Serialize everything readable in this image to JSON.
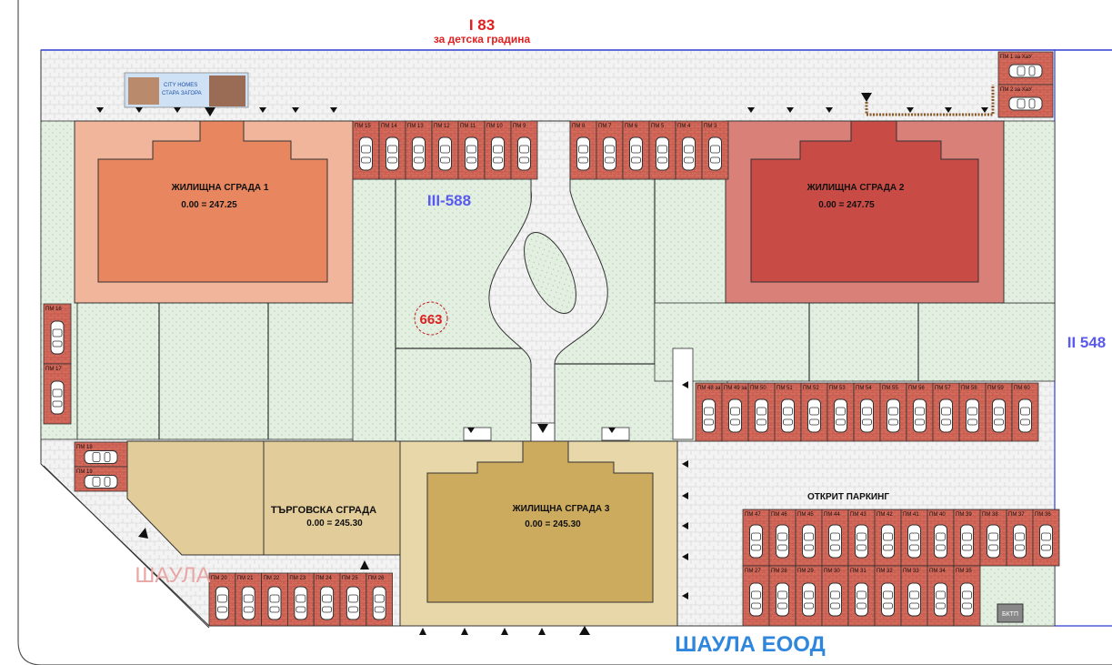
{
  "plot": {
    "id": "663",
    "north_label": "I 83",
    "north_sublabel": "за детска градина",
    "east_label": "II 548",
    "center_label": "III-588",
    "west_owner": "ШАУЛА",
    "company": "ШАУЛА ЕООД"
  },
  "logo": {
    "line1": "CITY HOMES",
    "line2": "СТАРА ЗАГОРА"
  },
  "buildings": {
    "b1": {
      "name": "ЖИЛИЩНА СГРАДА 1",
      "level": "0.00 = 247.25"
    },
    "b2": {
      "name": "ЖИЛИЩНА СГРАДА 2",
      "level": "0.00 = 247.75"
    },
    "b3": {
      "name": "ЖИЛИЩНА СГРАДА 3",
      "level": "0.00 = 245.30"
    },
    "shop": {
      "name": "ТЪРГОВСКА СГРАДА",
      "level": "0.00 = 245.30"
    }
  },
  "open_parking_label": "ОТКРИТ ПАРКИНГ",
  "substation_label": "БКТП",
  "parking": {
    "top_left": [
      "ПМ 15",
      "ПМ 14",
      "ПМ 13",
      "ПМ 12",
      "ПМ 11",
      "ПМ 10",
      "ПМ 9"
    ],
    "top_right": [
      "ПМ 8",
      "ПМ 7",
      "ПМ 6",
      "ПМ 5",
      "ПМ 4",
      "ПМ 3"
    ],
    "corner": [
      "ПМ 1 за ХаУ",
      "ПМ 2 за ХаУ"
    ],
    "west": [
      "ПМ 16",
      "ПМ 17"
    ],
    "west_low": [
      "ПМ 18",
      "ПМ 19"
    ],
    "bottom_left": [
      "ПМ 20",
      "ПМ 21",
      "ПМ 22",
      "ПМ 23",
      "ПМ 24",
      "ПМ 25",
      "ПМ 26"
    ],
    "east_row": [
      "ПМ 48 за",
      "ПМ 49 за",
      "ПМ 50",
      "ПМ 51",
      "ПМ 52",
      "ПМ 53",
      "ПМ 54",
      "ПМ 55",
      "ПМ 56",
      "ПМ 57",
      "ПМ 58",
      "ПМ 59",
      "ПМ 60"
    ],
    "open_top": [
      "ПМ 47",
      "ПМ 46",
      "ПМ 45",
      "ПМ 44",
      "ПМ 43",
      "ПМ 42",
      "ПМ 41",
      "ПМ 40",
      "ПМ 39",
      "ПМ 38",
      "ПМ 37",
      "ПМ 36"
    ],
    "open_bottom": [
      "ПМ 27",
      "ПМ 28",
      "ПМ 29",
      "ПМ 30",
      "ПМ 31",
      "ПМ 32",
      "ПМ 33",
      "ПМ 34",
      "ПМ 35"
    ]
  },
  "colors": {
    "building1_fill": "#e8875f",
    "building1_surround": "#f1b59c",
    "building2_fill": "#c94b45",
    "building2_surround": "#d98078",
    "building3_fill": "#ccaa5e",
    "shop_fill": "#e2cc99",
    "podium_fill": "#e8d7a9",
    "greenery": "#dfeede",
    "paving": "#efefef",
    "parking_brick": "#d46a5c",
    "label_red": "#e02020",
    "label_blue": "#5a5af0",
    "company_blue": "#2f86dd"
  }
}
